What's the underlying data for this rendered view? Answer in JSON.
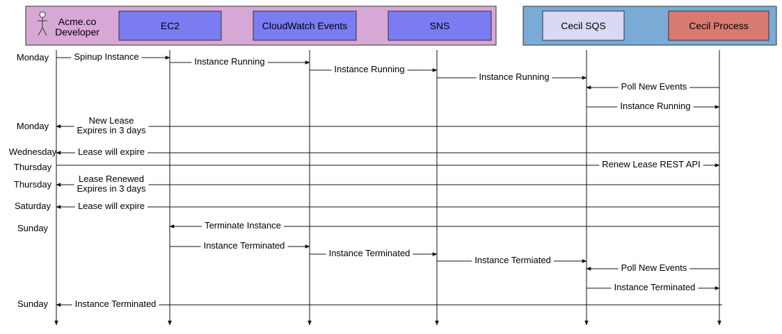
{
  "groups": [
    {
      "id": "left",
      "fill": "#d7a8d6",
      "stroke": "#333333"
    },
    {
      "id": "right",
      "fill": "#7aaad6",
      "stroke": "#333333"
    }
  ],
  "actors": [
    {
      "id": "dev",
      "label_lines": [
        "Acme.co",
        "Developer"
      ],
      "fill": "none",
      "icon": "stick-figure-icon"
    },
    {
      "id": "ec2",
      "label_lines": [
        "EC2"
      ],
      "fill": "#7b7cf2"
    },
    {
      "id": "cwe",
      "label_lines": [
        "CloudWatch Events"
      ],
      "fill": "#7b7cf2"
    },
    {
      "id": "sns",
      "label_lines": [
        "SNS"
      ],
      "fill": "#7b7cf2"
    },
    {
      "id": "sqs",
      "label_lines": [
        "Cecil SQS"
      ],
      "fill": "#d9d9f5"
    },
    {
      "id": "proc",
      "label_lines": [
        "Cecil Process"
      ],
      "fill": "#d97a72"
    }
  ],
  "days": [
    "Monday",
    "Monday",
    "Wednesday",
    "Thursday",
    "Thursday",
    "Saturday",
    "Sunday",
    "Sunday"
  ],
  "messages": [
    {
      "from": "dev",
      "to": "ec2",
      "label_lines": [
        "Spinup Instance"
      ]
    },
    {
      "from": "ec2",
      "to": "cwe",
      "label_lines": [
        "Instance Running"
      ]
    },
    {
      "from": "cwe",
      "to": "sns",
      "label_lines": [
        "Instance Running"
      ]
    },
    {
      "from": "sns",
      "to": "sqs",
      "label_lines": [
        "Instance Running"
      ]
    },
    {
      "from": "proc",
      "to": "sqs",
      "label_lines": [
        "Poll New Events"
      ]
    },
    {
      "from": "sqs",
      "to": "proc",
      "label_lines": [
        "Instance Running"
      ]
    },
    {
      "from": "proc",
      "to": "dev",
      "label_lines": [
        "New Lease",
        "Expires in 3 days"
      ]
    },
    {
      "from": "proc",
      "to": "dev",
      "label_lines": [
        "Lease will expire"
      ]
    },
    {
      "from": "dev",
      "to": "proc",
      "label_lines": [
        "Renew Lease REST API"
      ]
    },
    {
      "from": "proc",
      "to": "dev",
      "label_lines": [
        "Lease Renewed",
        "Expires in 3 days"
      ]
    },
    {
      "from": "proc",
      "to": "dev",
      "label_lines": [
        "Lease will expire"
      ]
    },
    {
      "from": "proc",
      "to": "ec2",
      "label_lines": [
        "Terminate Instance"
      ]
    },
    {
      "from": "ec2",
      "to": "cwe",
      "label_lines": [
        "Instance Terminated"
      ]
    },
    {
      "from": "cwe",
      "to": "sns",
      "label_lines": [
        "Instance Terminated"
      ]
    },
    {
      "from": "sns",
      "to": "sqs",
      "label_lines": [
        "Instance Termiated"
      ]
    },
    {
      "from": "proc",
      "to": "sqs",
      "label_lines": [
        "Poll New Events"
      ]
    },
    {
      "from": "sqs",
      "to": "proc",
      "label_lines": [
        "Instance Terminated"
      ]
    },
    {
      "from": "proc",
      "to": "dev",
      "label_lines": [
        "Instance Terminated"
      ]
    }
  ]
}
